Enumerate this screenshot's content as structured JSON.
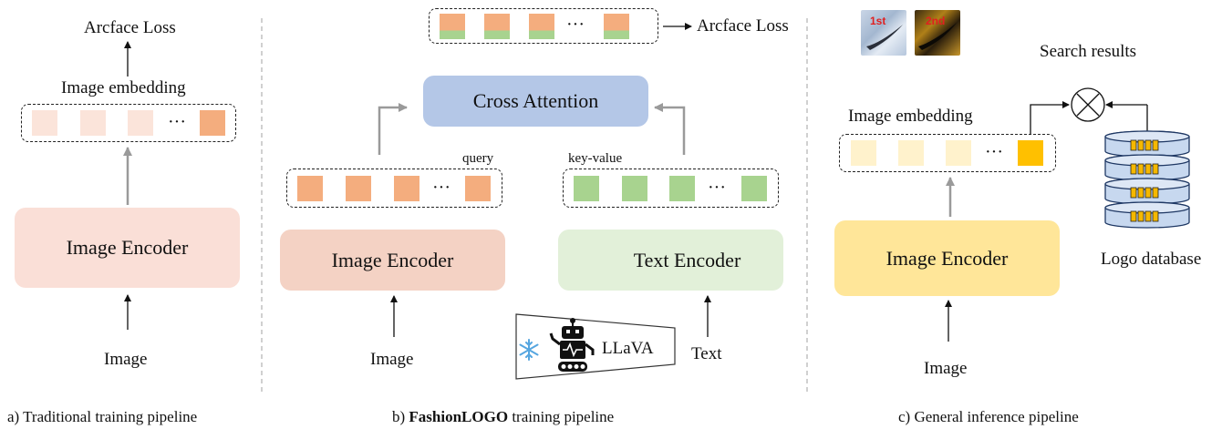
{
  "panel_a": {
    "top_label": "Arcface Loss",
    "embedding_label": "Image embedding",
    "ellipsis": "···",
    "encoder_label": "Image Encoder",
    "input_label": "Image",
    "caption": "a) Traditional training pipeline",
    "colors": {
      "token": "#fbe4da",
      "token_last": "#f4ad7e",
      "encoder_fill": "#fadfd7"
    }
  },
  "panel_b": {
    "output_label": "Arcface Loss",
    "cross_attention_label": "Cross Attention",
    "query_label": "query",
    "key_value_label": "key-value",
    "ellipsis": "···",
    "image_encoder_label": "Image Encoder",
    "text_encoder_label": "Text Encoder",
    "image_input_label": "Image",
    "text_input_label": "Text",
    "llava_label": "LLaVA",
    "caption_prefix": "b) ",
    "caption_bold": "FashionLOGO",
    "caption_suffix": " training pipeline",
    "colors": {
      "query_token": "#f4ad7e",
      "kv_token": "#a8d38f",
      "cross_attention_fill": "#b4c7e7",
      "image_encoder_fill": "#f4d2c4",
      "text_encoder_fill": "#e2f0d9"
    }
  },
  "panel_c": {
    "search_results_label": "Search results",
    "rank_1": "1st",
    "rank_2": "2nd",
    "embedding_label": "Image embedding",
    "ellipsis": "···",
    "encoder_label": "Image Encoder",
    "input_label": "Image",
    "database_label": "Logo database",
    "caption": "c) General inference pipeline",
    "colors": {
      "token": "#fff2cc",
      "token_last": "#ffc000",
      "encoder_fill": "#ffe699",
      "db_fill": "#c7d8ef"
    }
  }
}
